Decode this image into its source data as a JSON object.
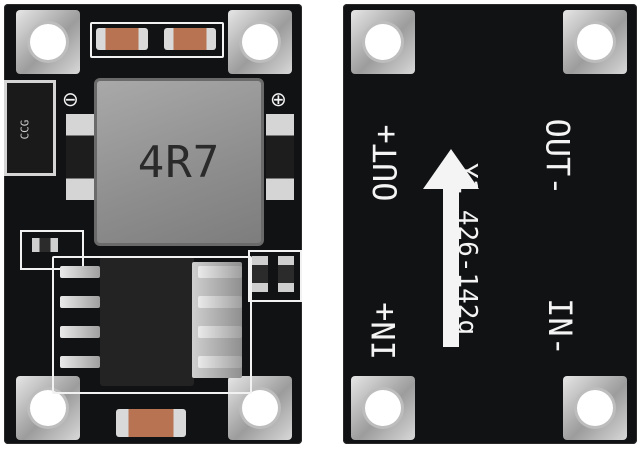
{
  "front": {
    "inductor_marking": "4R7",
    "diode_marking": "CCG",
    "symbols": {
      "minus": "⊖",
      "plus": "⊕"
    }
  },
  "back": {
    "out_plus": "OUT+",
    "out_minus": "OUT-",
    "in_plus": "IN+",
    "in_minus": "IN-",
    "code": "Y1 426-142g"
  }
}
